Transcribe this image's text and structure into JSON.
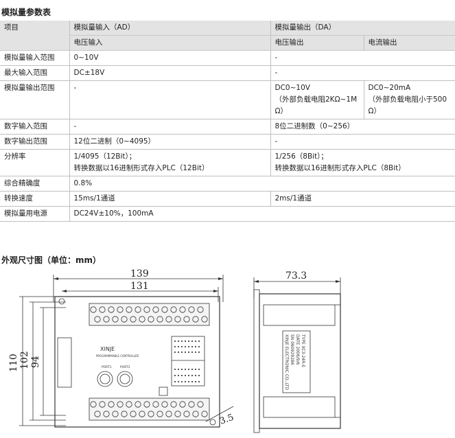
{
  "section_title": "模拟量参数表",
  "table": {
    "header": {
      "item": "项目",
      "ad": "模拟量输入（AD）",
      "da": "模拟量输出（DA）",
      "ad_voltage": "电压输入",
      "da_voltage": "电压输出",
      "da_current": "电流输出"
    },
    "rows": [
      {
        "item": "模拟量输入范围",
        "ad": "0~10V",
        "da": "-"
      },
      {
        "item": "最大输入范围",
        "ad": "DC±18V",
        "da": "-"
      },
      {
        "item": "模拟量输出范围",
        "ad": "-",
        "da_voltage": "DC0~10V\n（外部负载电阻2KΩ~1MΩ）",
        "da_current": "DC0~20mA\n（外部负载电阻小于500Ω）"
      },
      {
        "item": "数字输入范围",
        "ad": "-",
        "da": "8位二进制数（0~256）"
      },
      {
        "item": "数字输出范围",
        "ad": "12位二进制（0~4095）",
        "da": "-"
      },
      {
        "item": "分辨率",
        "ad": "1/4095（12Bit）；\n转换数据以16进制形式存入PLC（12Bit）",
        "da": "1/256（8Bit）；\n转换数据以16进制形式存入PLC（8Bit）"
      },
      {
        "item": "综合精确度",
        "all": "0.8%"
      },
      {
        "item": "转换速度",
        "ad": "15ms/1通道",
        "da": "2ms/1通道"
      },
      {
        "item": "模拟量用电源",
        "all": "DC24V±10%，100mA"
      }
    ]
  },
  "drawing": {
    "title": "外观尺寸图（单位：mm）",
    "dims": {
      "w139": "139",
      "w131": "131",
      "h110": "110",
      "h102": "102",
      "h94": "94",
      "d73": "73.3",
      "r35": "3.5"
    },
    "brand": "XINJE",
    "brand_sub": "PROGRAMMABLE CONTROLLER",
    "port1": "PORT1",
    "port2": "PORT2",
    "label_lines": [
      "TYPE XC3-24R-E",
      "DATE 2006/9/6",
      "SN 060929286",
      "XINJE ELECTRONIC CO.,LTD"
    ]
  }
}
